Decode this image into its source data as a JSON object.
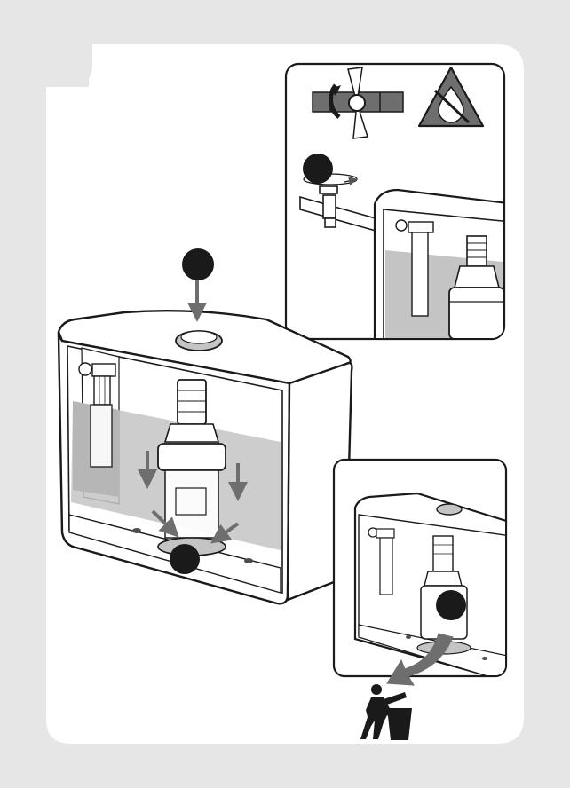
{
  "colors": {
    "page_bg": "#e6e6e6",
    "panel_bg": "#ffffff",
    "tab_bg": "#e6e6e6",
    "outline": "#1a1a1a",
    "fill_gray": "#bdbdbd",
    "water_gray": "#c4c4c4",
    "dark_gray": "#4d4d4d",
    "step_badge": "#1a1a1a",
    "arrow_gray": "#6e6e6e"
  },
  "icons": {
    "valve_close": "tap-close-rotation-icon",
    "water_warning": "water-drop-warning-icon",
    "dispose": "trash-bin-icon"
  },
  "steps": [
    {
      "name": "close-valve-badge"
    },
    {
      "name": "press-button-badge"
    },
    {
      "name": "remove-valve-badge"
    },
    {
      "name": "lift-out-badge"
    }
  ]
}
